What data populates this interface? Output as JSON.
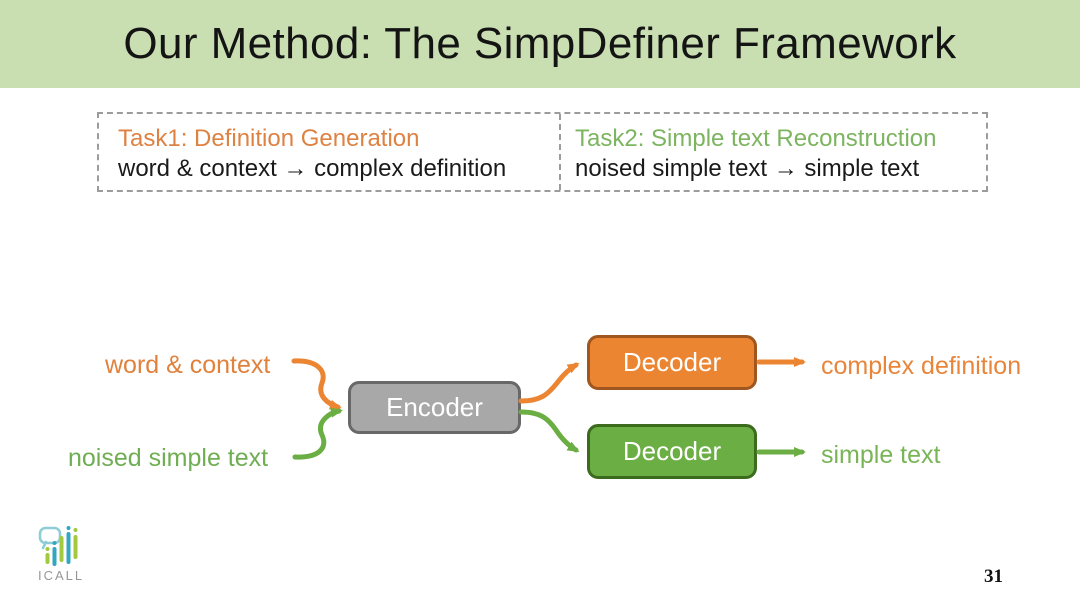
{
  "header": {
    "title": "Our Method: The SimpDefiner Framework"
  },
  "tasks": [
    {
      "heading": "Task1: Definition Generation",
      "mapping": "word & context → complex definition"
    },
    {
      "heading": "Task2: Simple text Reconstruction",
      "mapping": "noised simple text → simple text"
    }
  ],
  "diagram": {
    "input_top": "word & context",
    "input_bottom": "noised simple text",
    "encoder": "Encoder",
    "decoder_top": "Decoder",
    "decoder_bottom": "Decoder",
    "output_top": "complex definition",
    "output_bottom": "simple text"
  },
  "footer": {
    "logo_text": "ICALL",
    "page_number": "31"
  },
  "colors": {
    "header_bg": "#c9dfb2",
    "orange_accent": "#dd8243",
    "green_accent": "#7cb45f",
    "diagram_orange": "#ec8532",
    "diagram_orange_border": "#a0561f",
    "diagram_green": "#6bae44",
    "diagram_green_border": "#3c6b1e",
    "encoder_gray": "#a8a8a8",
    "encoder_border": "#686868",
    "logo_teal": "#33a6c0",
    "logo_green": "#a2c93f",
    "logo_bubble": "#8ecdd8"
  }
}
